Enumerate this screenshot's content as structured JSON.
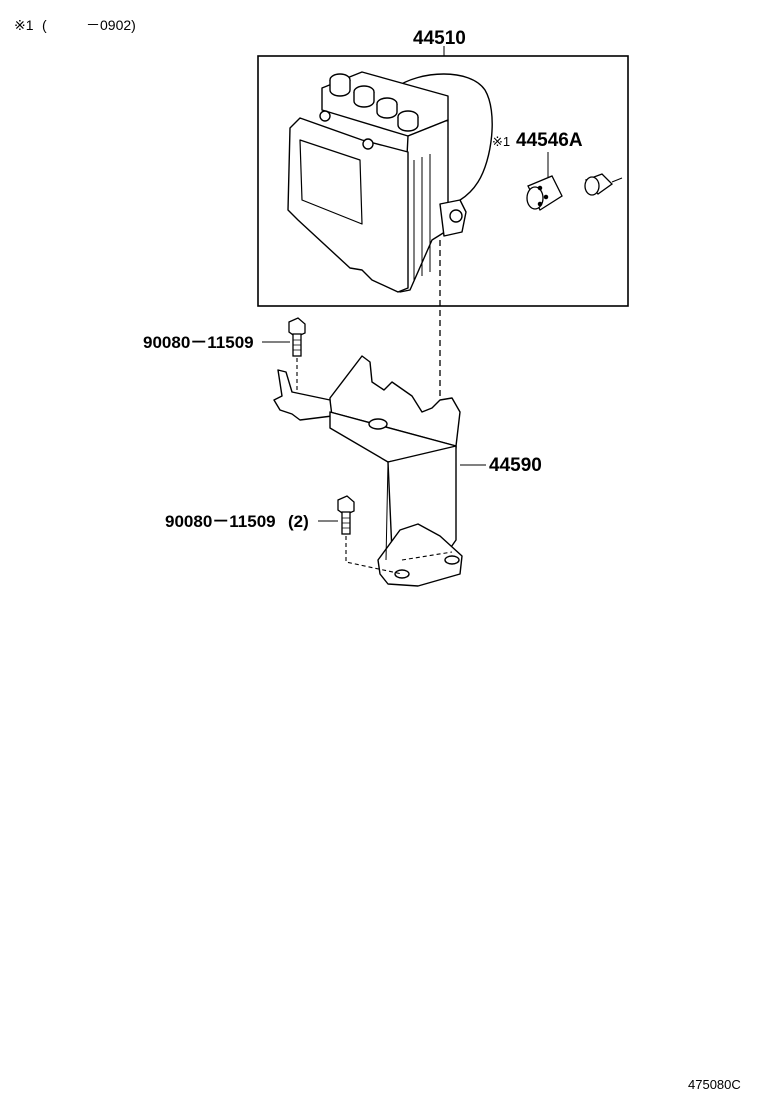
{
  "note": {
    "marker": "※1",
    "open_paren": "(",
    "range": "－0902)"
  },
  "parts": {
    "actuator": "44510",
    "marker_small": "※1",
    "connector": "44546A",
    "bolt_upper": "90080－11509",
    "bracket": "44590",
    "bolt_lower": "90080－11509",
    "bolt_lower_qty": "(2)"
  },
  "drawing_id": "475080C"
}
